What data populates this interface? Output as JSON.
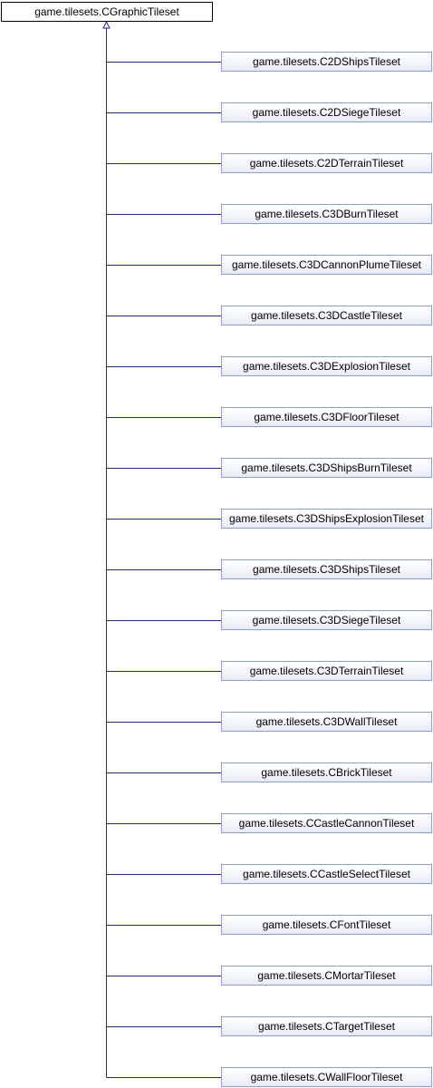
{
  "base_class": "game.tilesets.CGraphicTileset",
  "subclasses": [
    "game.tilesets.C2DShipsTileset",
    "game.tilesets.C2DSiegeTileset",
    "game.tilesets.C2DTerrainTileset",
    "game.tilesets.C3DBurnTileset",
    "game.tilesets.C3DCannonPlumeTileset",
    "game.tilesets.C3DCastleTileset",
    "game.tilesets.C3DExplosionTileset",
    "game.tilesets.C3DFloorTileset",
    "game.tilesets.C3DShipsBurnTileset",
    "game.tilesets.C3DShipsExplosionTileset",
    "game.tilesets.C3DShipsTileset",
    "game.tilesets.C3DSiegeTileset",
    "game.tilesets.C3DTerrainTileset",
    "game.tilesets.C3DWallTileset",
    "game.tilesets.CBrickTileset",
    "game.tilesets.CCastleCannonTileset",
    "game.tilesets.CCastleSelectTileset",
    "game.tilesets.CFontTileset",
    "game.tilesets.CMortarTileset",
    "game.tilesets.CTargetTileset",
    "game.tilesets.CWallFloorTileset"
  ],
  "colors": {
    "connector": "#1f2a80",
    "node_border": "#8b9fd6",
    "base_border": "#000000"
  }
}
